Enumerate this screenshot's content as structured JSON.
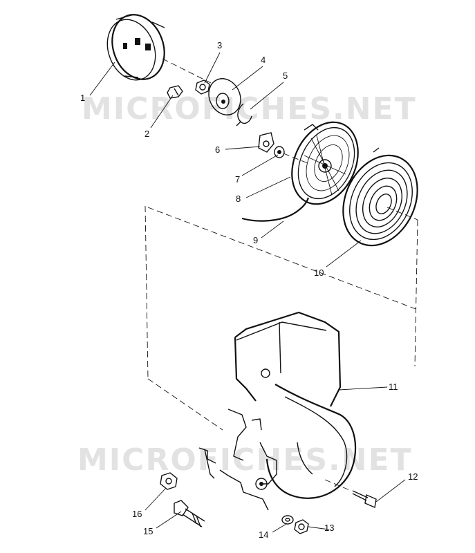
{
  "watermark": {
    "text": "MICROFICHES.NET"
  },
  "callouts": [
    {
      "id": "c1",
      "label": "1"
    },
    {
      "id": "c2",
      "label": "2"
    },
    {
      "id": "c3",
      "label": "3"
    },
    {
      "id": "c4",
      "label": "4"
    },
    {
      "id": "c5",
      "label": "5"
    },
    {
      "id": "c6",
      "label": "6"
    },
    {
      "id": "c7",
      "label": "7"
    },
    {
      "id": "c8",
      "label": "8"
    },
    {
      "id": "c9",
      "label": "9"
    },
    {
      "id": "c10",
      "label": "10"
    },
    {
      "id": "c11",
      "label": "11"
    },
    {
      "id": "c12",
      "label": "12"
    },
    {
      "id": "c13",
      "label": "13"
    },
    {
      "id": "c14",
      "label": "14"
    },
    {
      "id": "c15",
      "label": "15"
    },
    {
      "id": "c16",
      "label": "16"
    }
  ]
}
